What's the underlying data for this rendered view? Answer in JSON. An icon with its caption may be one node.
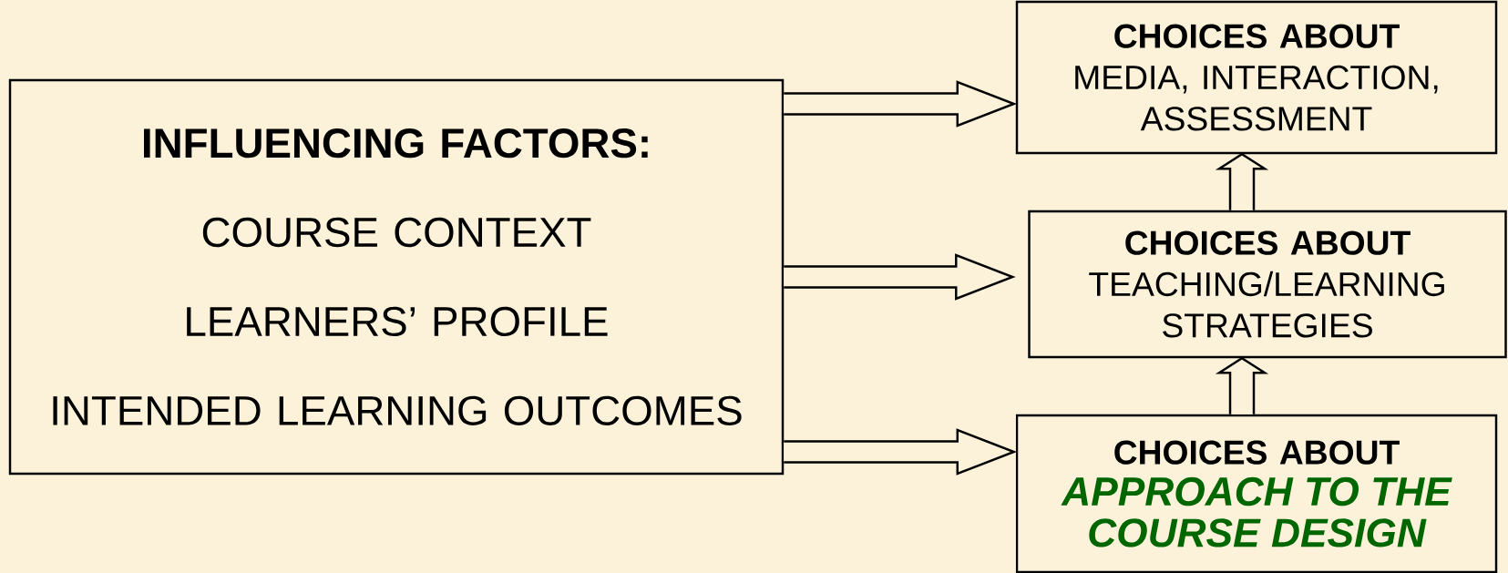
{
  "diagram": {
    "nodes": [
      {
        "text": [
          "INFLUENCING FACTORS:",
          "COURSE CONTEXT",
          "LEARNERS’ PROFILE",
          "INTENDED LEARNING OUTCOMES"
        ]
      },
      {
        "text": [
          "CHOICES ABOUT",
          "MEDIA, INTERACTION, ASSESSMENT"
        ]
      },
      {
        "text": [
          "CHOICES ABOUT",
          "TEACHING/LEARNING STRATEGIES"
        ]
      },
      {
        "text": [
          "CHOICES ABOUT",
          "APPROACH TO THE COURSE DESIGN"
        ]
      }
    ],
    "edges": [
      {
        "from": 0,
        "to": 1,
        "arrow": "to"
      },
      {
        "from": 0,
        "to": 2,
        "arrow": "to"
      },
      {
        "from": 0,
        "to": 3,
        "arrow": "to"
      },
      {
        "from": 3,
        "to": 2,
        "arrow": "to"
      },
      {
        "from": 2,
        "to": 1,
        "arrow": "to"
      }
    ]
  }
}
